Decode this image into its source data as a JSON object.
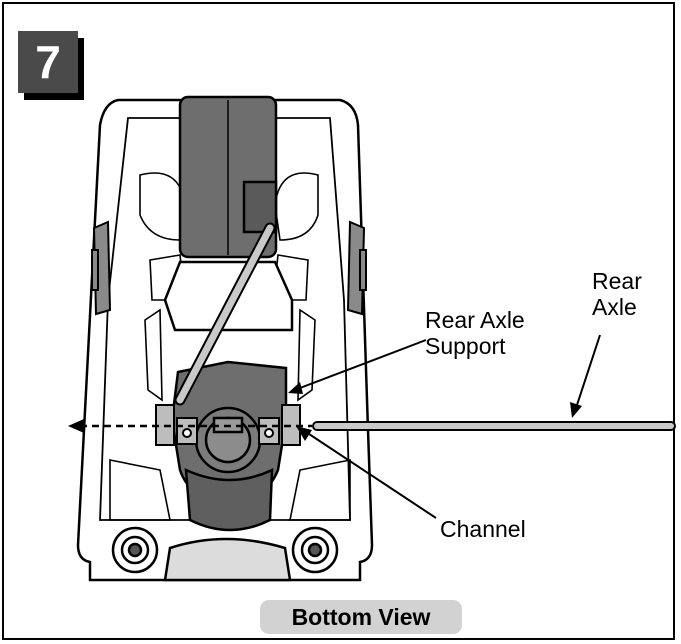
{
  "step": {
    "number": "7"
  },
  "labels": {
    "rear_axle": "Rear\nAxle",
    "rear_axle_support": "Rear Axle\nSupport",
    "channel": "Channel"
  },
  "caption": "Bottom View",
  "colors": {
    "dark_part": "#6e6e6e",
    "light_part": "#c9c9c9",
    "badge": "#4a4a4a",
    "caption_bg": "#d2d2d2"
  }
}
